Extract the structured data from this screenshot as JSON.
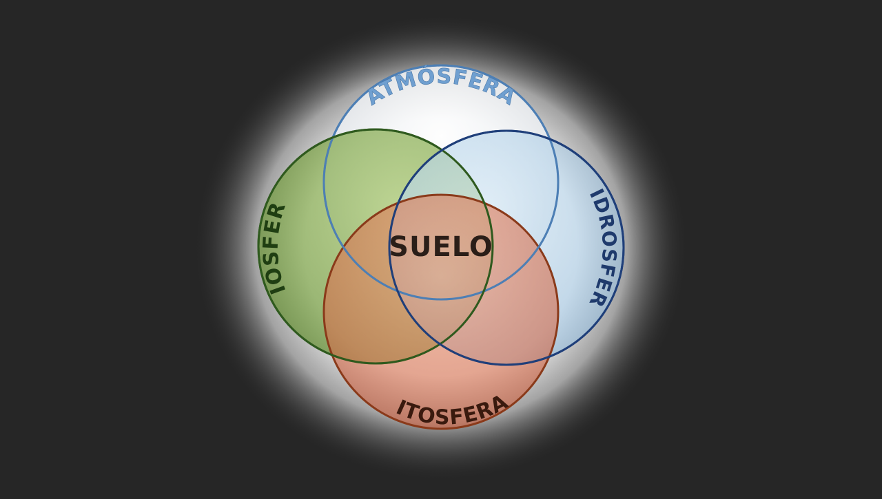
{
  "diagram": {
    "center_label": "SUELO",
    "spheres": [
      {
        "id": "atmosfera",
        "label": "ATMÓSFERA",
        "fill": "#f2f4f6",
        "stroke": "#3f6fa3",
        "text_color": "#6f9fd0"
      },
      {
        "id": "biosfera",
        "label": "BIOSFERA",
        "fill": "#6f9a3a",
        "stroke": "#2f5a1e",
        "text_color": "#1f3e12"
      },
      {
        "id": "hidrosfera",
        "label": "HIDROSFERA",
        "fill": "#a7cce6",
        "stroke": "#1f3f7a",
        "text_color": "#1f3a6c"
      },
      {
        "id": "litosfera",
        "label": "LITOSFERA",
        "fill": "#d0674a",
        "stroke": "#8a3a1a",
        "text_color": "#3a1a0e"
      }
    ],
    "colors": {
      "background": "#262626",
      "glow": "#ffffff",
      "center_text": "#2a1e18"
    }
  }
}
